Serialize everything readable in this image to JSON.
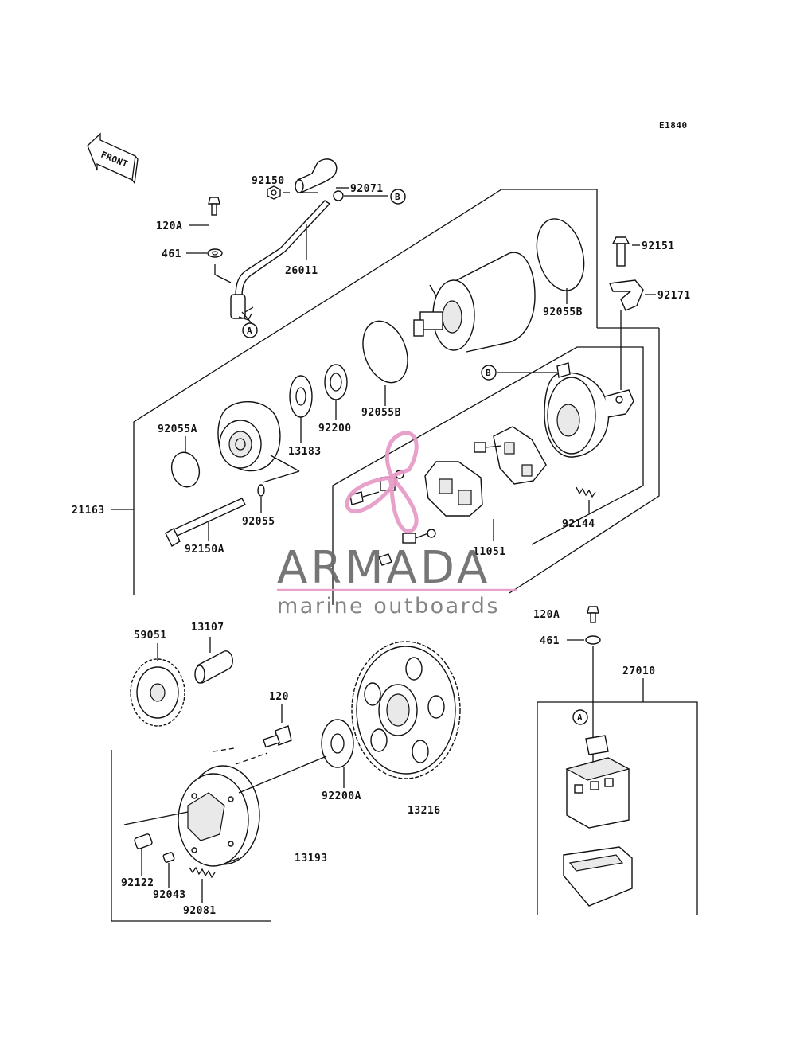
{
  "diagram_code": "E1840",
  "front_label": "FRONT",
  "callout_a": "A",
  "callout_b": "B",
  "watermark": {
    "brand": "ARMADA",
    "tagline": "marine outboards",
    "accent_color": "#e79ac6"
  },
  "part_numbers": {
    "p92150": "92150",
    "p92071": "92071",
    "p120A_top": "120A",
    "p461_top": "461",
    "p26011": "26011",
    "p92151": "92151",
    "p92171": "92171",
    "p92055B_top": "92055B",
    "p92055B_mid": "92055B",
    "p92200": "92200",
    "p13183": "13183",
    "p92055A": "92055A",
    "p92055": "92055",
    "p21163": "21163",
    "p92150A": "92150A",
    "p92144": "92144",
    "p11051": "11051",
    "p120A_bot": "120A",
    "p461_bot": "461",
    "p27010": "27010",
    "p59051": "59051",
    "p13107": "13107",
    "p120": "120",
    "p92200A": "92200A",
    "p13216": "13216",
    "p13193": "13193",
    "p92122": "92122",
    "p92043": "92043",
    "p92081": "92081"
  }
}
